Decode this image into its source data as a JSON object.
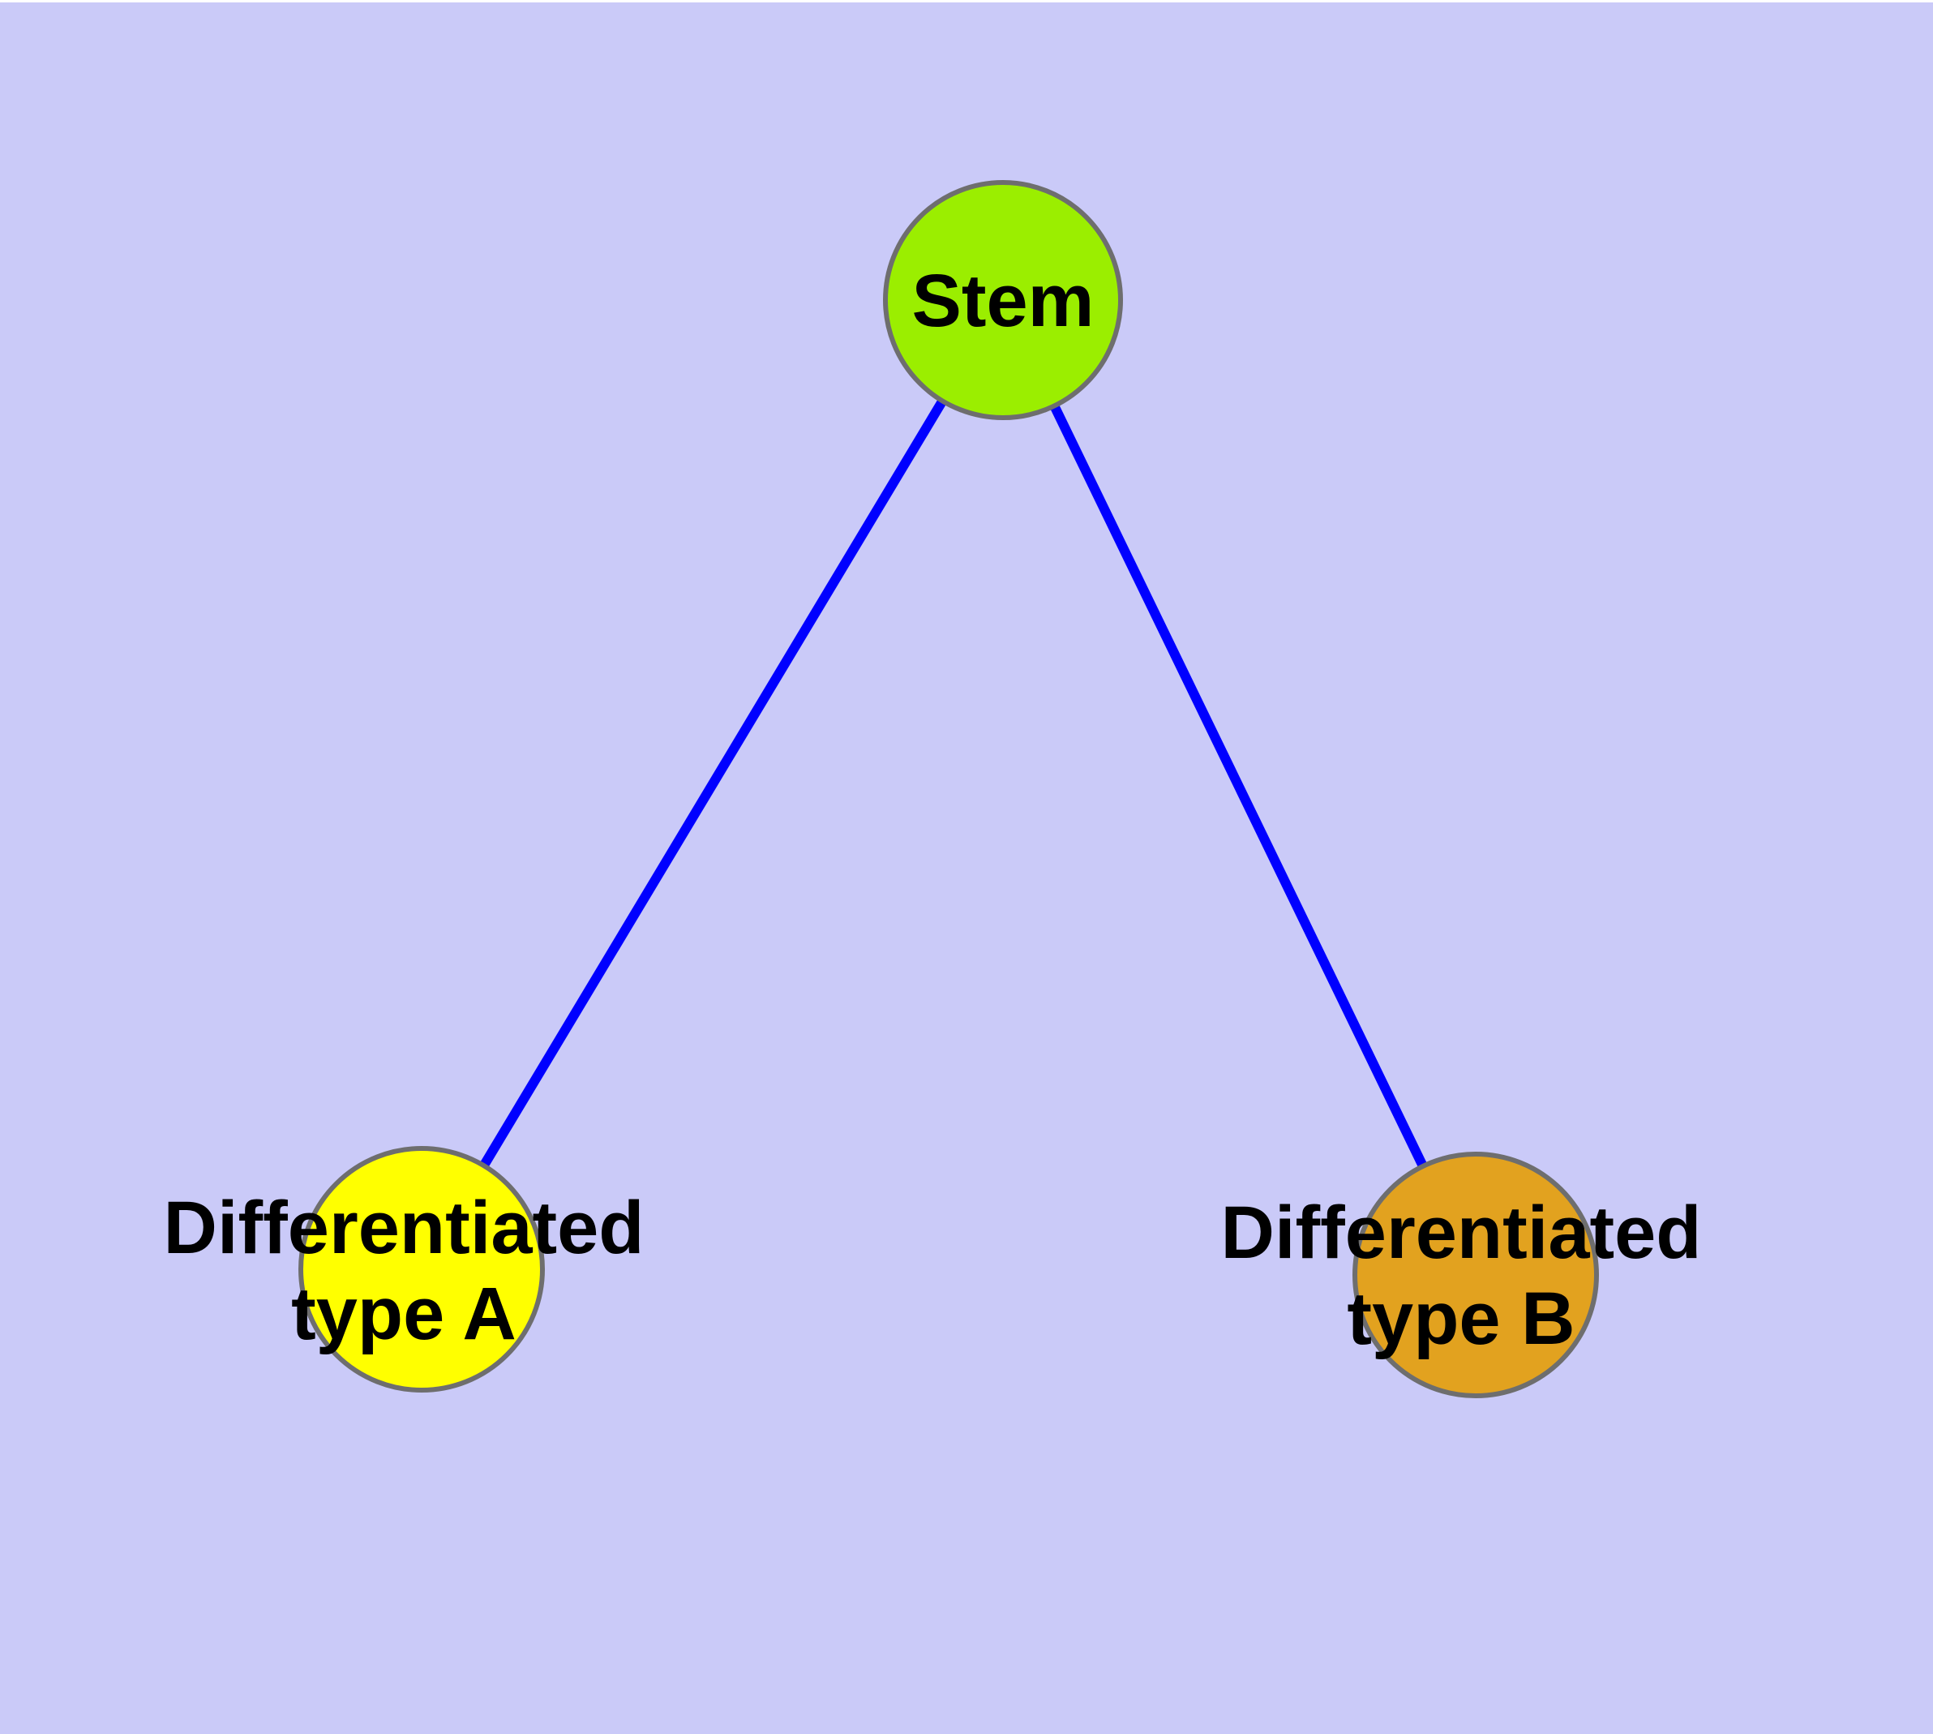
{
  "diagram": {
    "background_color": "#CACAF8",
    "edge_color": "#0000FF",
    "node_border_color": "#6E6E6E",
    "text_color": "#000000",
    "nodes": [
      {
        "id": "stem",
        "lines": [
          "Stem"
        ],
        "fill": "#9BEE00"
      },
      {
        "id": "differentiated-type-a",
        "lines": [
          "Differentiated",
          "type A"
        ],
        "fill": "#FFFF00"
      },
      {
        "id": "differentiated-type-b",
        "lines": [
          "Differentiated",
          "type B"
        ],
        "fill": "#E2A21F"
      }
    ],
    "edges": [
      {
        "from": "Stem",
        "to": "Differentiated type A"
      },
      {
        "from": "Stem",
        "to": "Differentiated type B"
      }
    ]
  }
}
